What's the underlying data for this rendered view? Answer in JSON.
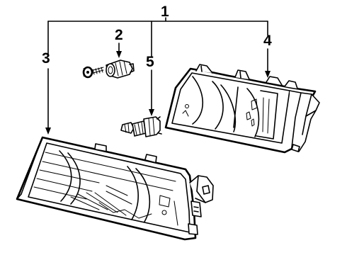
{
  "callouts": {
    "headlamp_assembly": "1",
    "bulb_socket": "2",
    "lens": "3",
    "housing": "4",
    "bulb": "5"
  }
}
